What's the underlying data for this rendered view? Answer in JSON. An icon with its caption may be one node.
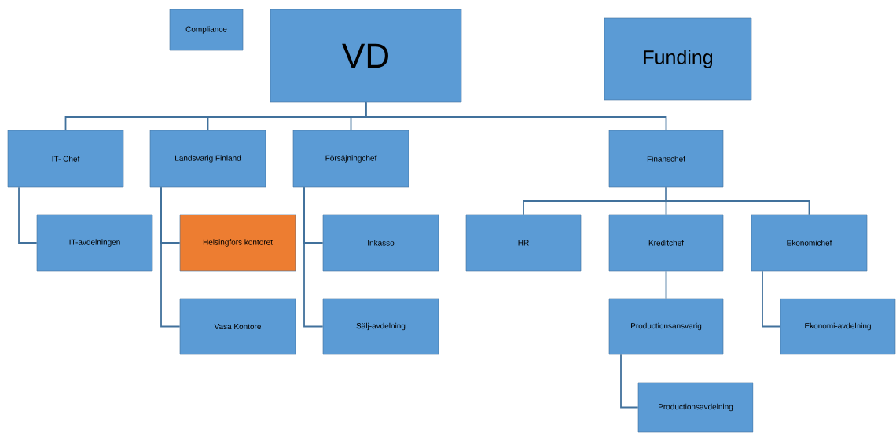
{
  "diagram": {
    "nodes": [
      {
        "text": [
          "Compliance"
        ]
      },
      {
        "text": [
          "VD"
        ]
      },
      {
        "text": [
          "Funding"
        ]
      },
      {
        "text": [
          "IT- Chef"
        ]
      },
      {
        "text": [
          "Landsvarig Finland"
        ]
      },
      {
        "text": [
          "Försäjningchef"
        ]
      },
      {
        "text": [
          "Finanschef"
        ]
      },
      {
        "text": [
          "IT-avdelningen"
        ]
      },
      {
        "text": [
          "Helsingfors kontoret"
        ]
      },
      {
        "text": [
          "Vasa Kontore"
        ]
      },
      {
        "text": [
          "Inkasso"
        ]
      },
      {
        "text": [
          "Sälj-avdelning"
        ]
      },
      {
        "text": [
          "HR"
        ]
      },
      {
        "text": [
          "Kreditchef"
        ]
      },
      {
        "text": [
          "Ekonomichef"
        ]
      },
      {
        "text": [
          "Productionsansvarig"
        ]
      },
      {
        "text": [
          "Ekonomi-avdelning"
        ]
      },
      {
        "text": [
          "Productionsavdelning"
        ]
      }
    ],
    "edges": [
      {
        "from": 1,
        "to": 3,
        "arrow": "none"
      },
      {
        "from": 1,
        "to": 4,
        "arrow": "none"
      },
      {
        "from": 1,
        "to": 5,
        "arrow": "none"
      },
      {
        "from": 1,
        "to": 6,
        "arrow": "none"
      },
      {
        "from": 3,
        "to": 7,
        "arrow": "none"
      },
      {
        "from": 4,
        "to": 8,
        "arrow": "none"
      },
      {
        "from": 4,
        "to": 9,
        "arrow": "none"
      },
      {
        "from": 5,
        "to": 10,
        "arrow": "none"
      },
      {
        "from": 5,
        "to": 11,
        "arrow": "none"
      },
      {
        "from": 6,
        "to": 12,
        "arrow": "none"
      },
      {
        "from": 6,
        "to": 13,
        "arrow": "none"
      },
      {
        "from": 6,
        "to": 14,
        "arrow": "none"
      },
      {
        "from": 13,
        "to": 15,
        "arrow": "none"
      },
      {
        "from": 14,
        "to": 16,
        "arrow": "none"
      },
      {
        "from": 15,
        "to": 17,
        "arrow": "none"
      }
    ]
  }
}
